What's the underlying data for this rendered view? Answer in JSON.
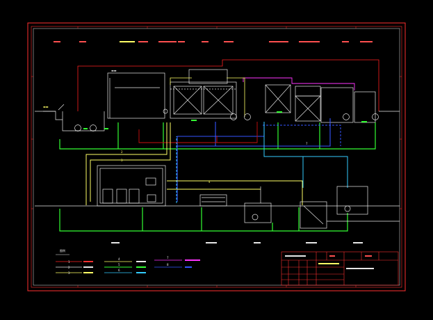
{
  "drawing": {
    "background": "#000000",
    "palette": {
      "frame": "#ff3030",
      "white": "#e8e8e8",
      "yellow": "#ffff66",
      "green": "#33ff33",
      "blue": "#3355ff",
      "cyan": "#33ccff",
      "magenta": "#ff33ff",
      "red": "#ff2020",
      "dark_red": "#cc1010"
    },
    "legend": {
      "title": "图例",
      "line_numbers": [
        "1",
        "2",
        "3",
        "4",
        "5",
        "6",
        "7",
        "8"
      ]
    },
    "line_numbers": {
      "n2": "2",
      "n3": "3",
      "n4": "4",
      "n7": "7"
    },
    "icons": {
      "pump": "pump-icon",
      "blower": "blower-icon",
      "tank": "tank-icon"
    }
  }
}
